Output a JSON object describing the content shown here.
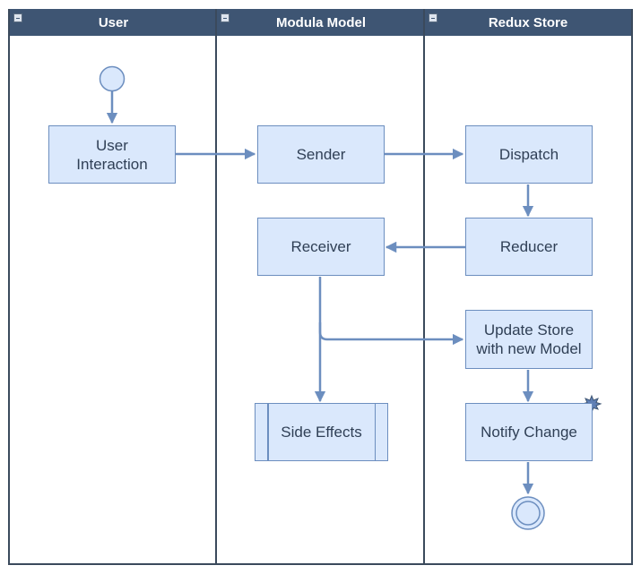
{
  "lanes": [
    {
      "title": "User"
    },
    {
      "title": "Modula Model"
    },
    {
      "title": "Redux Store"
    }
  ],
  "nodes": {
    "user_interaction": "User\nInteraction",
    "sender": "Sender",
    "dispatch": "Dispatch",
    "receiver": "Receiver",
    "reducer": "Reducer",
    "update_store": "Update Store\nwith new Model",
    "side_effects": "Side Effects",
    "notify_change": "Notify Change"
  },
  "colors": {
    "lane_header": "#3e5573",
    "node_fill": "#dae8fc",
    "node_stroke": "#6c8ebf",
    "edge": "#6c8ebf",
    "text": "#2f3f55"
  }
}
